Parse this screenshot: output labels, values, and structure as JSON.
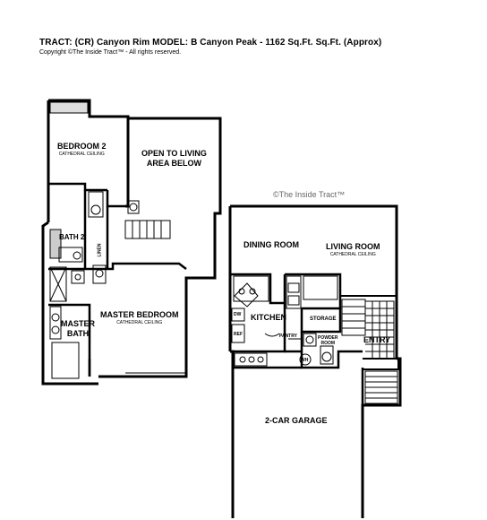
{
  "header": {
    "title": "TRACT: (CR) Canyon Rim   MODEL: B    Canyon Peak  -  1162 Sq.Ft. Sq.Ft. (Approx)",
    "copyright": "Copyright  ©The Inside Tract™ - All rights reserved."
  },
  "watermark": "©The Inside Tract™",
  "upper_floor": {
    "bedroom2": {
      "name": "BEDROOM 2",
      "sub": "CATHEDRAL CEILING"
    },
    "open_to_living": {
      "line1": "OPEN TO LIVING",
      "line2": "AREA BELOW"
    },
    "bath2": "BATH 2",
    "linen": "LINEN",
    "master_bedroom": {
      "name": "MASTER BEDROOM",
      "sub": "CATHEDRAL CEILING"
    },
    "master_bath": {
      "line1": "MASTER",
      "line2": "BATH"
    }
  },
  "lower_floor": {
    "dining_room": "DINING ROOM",
    "living_room": {
      "name": "LIVING ROOM",
      "sub": "CATHEDRAL CEILING"
    },
    "kitchen": "KITCHEN",
    "dw": "DW",
    "ref": "REF",
    "pantry": "PANTRY",
    "storage": "STORAGE",
    "powder_room": {
      "line1": "POWDER",
      "line2": "ROOM"
    },
    "entry": "ENTRY",
    "wh": "WH",
    "garage": "2-CAR GARAGE"
  }
}
